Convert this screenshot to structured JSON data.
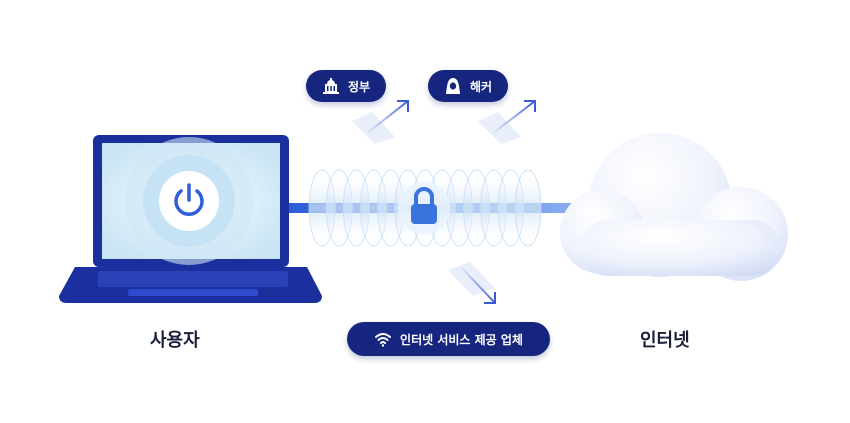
{
  "labels": {
    "government": "정부",
    "hacker": "해커",
    "isp": "인터넷 서비스 제공 업체",
    "user": "사용자",
    "internet": "인터넷"
  },
  "icons": {
    "government": "government-building-icon",
    "hacker": "hacker-hood-icon",
    "isp": "wifi-icon",
    "laptop_screen": "power-icon",
    "tunnel": "lock-icon",
    "internet": "cloud-icon"
  },
  "colors": {
    "navy": "#16267f",
    "laptop_blue": "#1b2f9e",
    "screen_light": "#d6ecf7",
    "tunnel_blue": "#3b6fd8",
    "cloud": "#e8edfb",
    "caption_text": "#1a1f3a"
  }
}
